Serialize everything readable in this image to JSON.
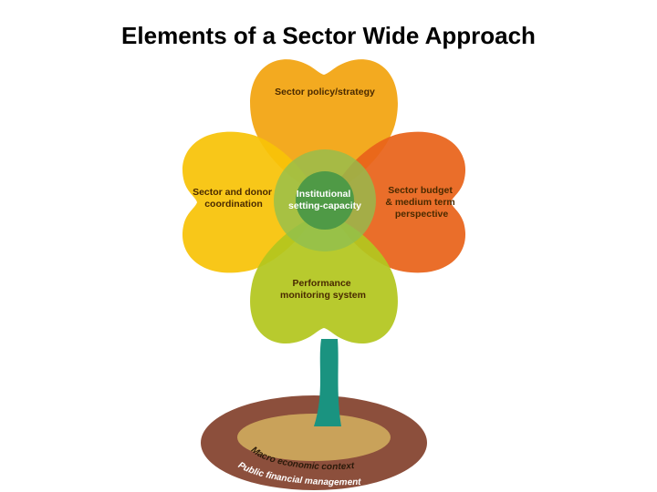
{
  "title": "Elements of a Sector Wide Approach",
  "petals": {
    "top": [
      "Sector policy/strategy"
    ],
    "left": [
      "Sector and donor",
      "coordination"
    ],
    "right": [
      "Sector budget",
      "& medium term",
      "perspective"
    ],
    "bottom": [
      "Performance",
      "monitoring system"
    ]
  },
  "center": [
    "Institutional",
    "setting-capacity"
  ],
  "ground": {
    "inner": "Macro economic context",
    "outer": "Public financial management"
  },
  "colors": {
    "top_petal": "#f2a40f",
    "left_petal": "#f7c308",
    "right_petal": "#e8631a",
    "bottom_petal": "#b3c61e",
    "center_outer": "#8fbf4f",
    "center_inner": "#4f9a46",
    "stem": "#1a9380",
    "ground_outer": "#8c4f3c",
    "ground_inner": "#c9a25a"
  }
}
